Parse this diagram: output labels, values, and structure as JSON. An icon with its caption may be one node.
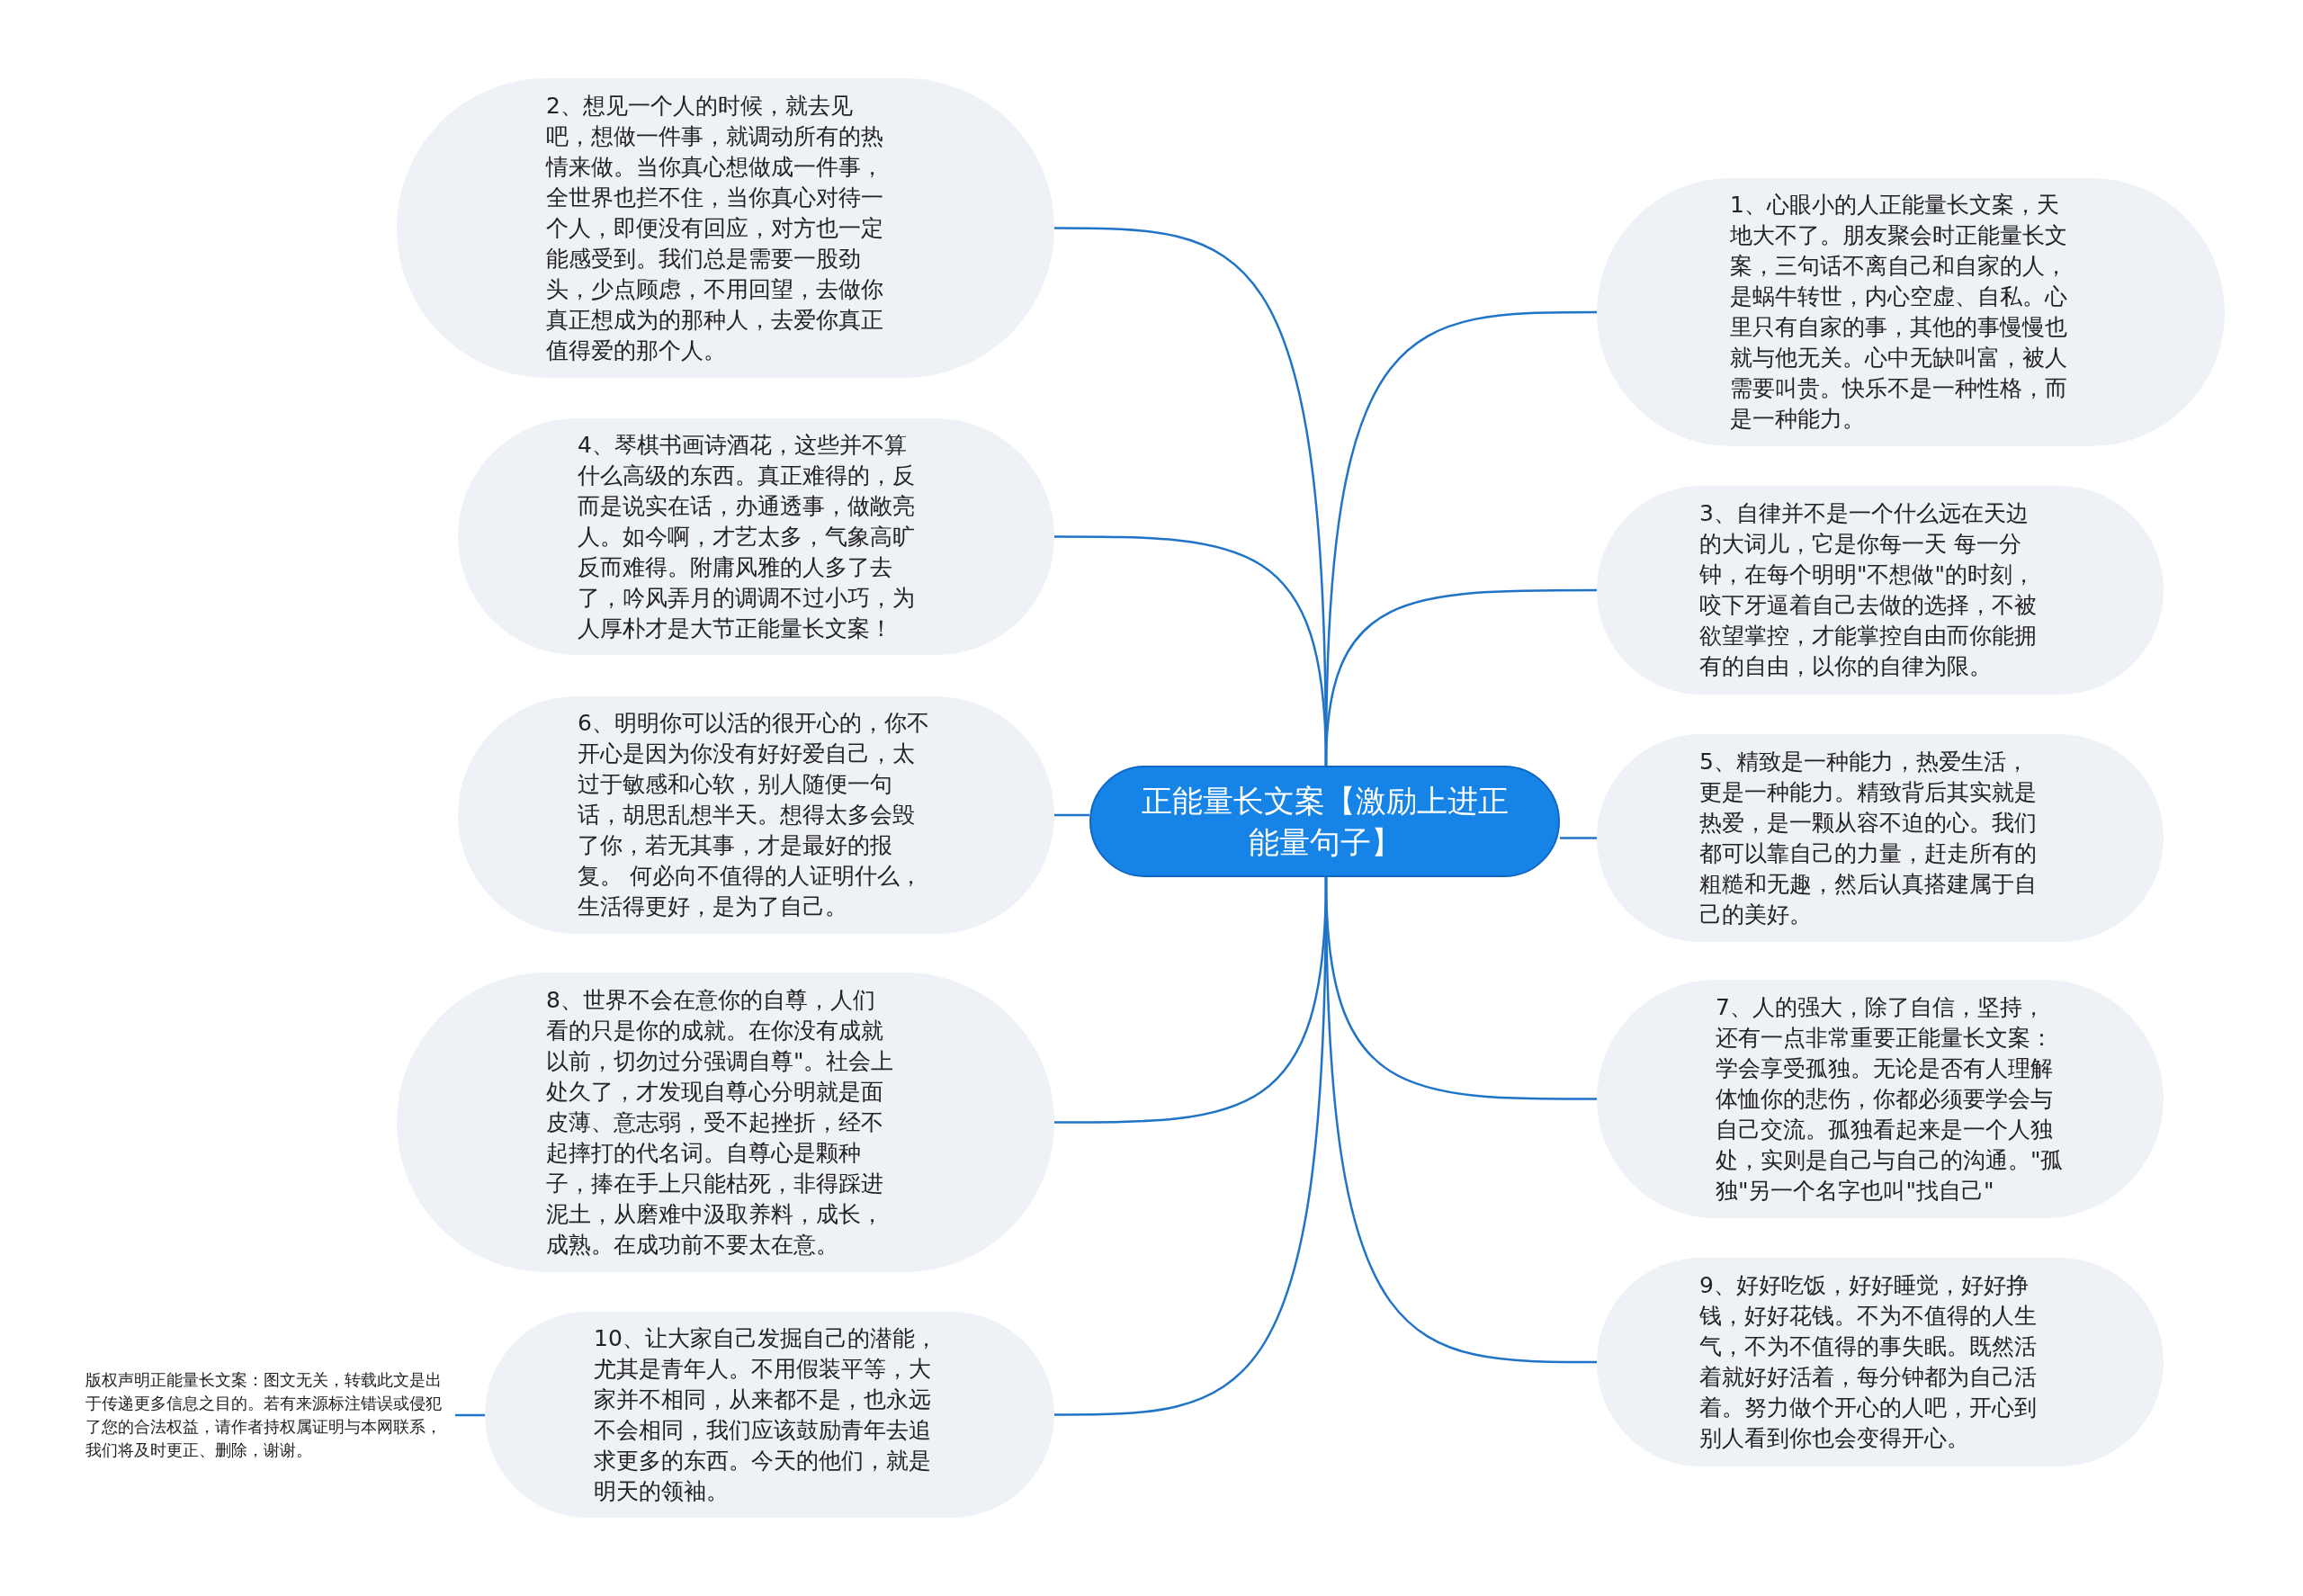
{
  "diagram": {
    "nodes": [
      {
        "text": [
          "正能量长文案【激励上进正能量句子】"
        ]
      },
      {
        "text": [
          "1、心眼小的人正能量长文案，天地大不了。朋友聚会时正能量长文案，三句话不离自己和自家的人，是蜗牛转世，内心空虚、自私。心里只有自家的事，其他的事慢慢也就与他无关。心中无缺叫富，被人需要叫贵。快乐不是一种性格，而是一种能力。"
        ]
      },
      {
        "text": [
          "2、想见一个人的时候，就去见吧，想做一件事，就调动所有的热情来做。当你真心想做成一件事，全世界也拦不住，当你真心对待一个人，即便没有回应，对方也一定能感受到。我们总是需要一股劲头，少点顾虑，不用回望，去做你真正想成为的那种人，去爱你真正值得爱的那个人。"
        ]
      },
      {
        "text": [
          "3、自律并不是一个什么远在天边的大词儿，它是你每一天 每一分钟，在每个明明\"不想做\"的时刻，咬下牙逼着自己去做的选择，不被欲望掌控，才能掌控自由而你能拥有的自由，以你的自律为限。"
        ]
      },
      {
        "text": [
          "4、琴棋书画诗酒花，这些并不算什么高级的东西。真正难得的，反而是说实在话，办通透事，做敞亮人。如今啊，才艺太多，气象高旷反而难得。附庸风雅的人多了去了，吟风弄月的调调不过小巧，为人厚朴才是大节正能量长文案！"
        ]
      },
      {
        "text": [
          "5、精致是一种能力，热爱生活，更是一种能力。精致背后其实就是热爱，是一颗从容不迫的心。我们都可以靠自己的力量，赶走所有的粗糙和无趣，然后认真搭建属于自己的美好。"
        ]
      },
      {
        "text": [
          "6、明明你可以活的很开心的，你不开心是因为你没有好好爱自己，太过于敏感和心软，别人随便一句话，胡思乱想半天。想得太多会毁了你，若无其事，才是最好的报复。 何必向不值得的人证明什么，生活得更好，是为了自己。"
        ]
      },
      {
        "text": [
          "7、人的强大，除了自信，坚持，还有一点非常重要正能量长文案：学会享受孤独。无论是否有人理解体恤你的悲伤，你都必须要学会与自己交流。孤独看起来是一个人独处，实则是自己与自己的沟通。\"孤独\"另一个名字也叫\"找自己\""
        ]
      },
      {
        "text": [
          "8、世界不会在意你的自尊，人们看的只是你的成就。在你没有成就以前，切勿过分强调自尊\"。社会上处久了，才发现自尊心分明就是面皮薄、意志弱，受不起挫折，经不起摔打的代名词。自尊心是颗种子，捧在手上只能枯死，非得踩进泥土，从磨难中汲取养料，成长，成熟。在成功前不要太在意。"
        ]
      },
      {
        "text": [
          "9、好好吃饭，好好睡觉，好好挣钱，好好花钱。不为不值得的人生气，不为不值得的事失眠。既然活着就好好活着，每分钟都为自己活着。努力做个开心的人吧，开心到别人看到你也会变得开心。"
        ]
      },
      {
        "text": [
          "10、让大家自己发掘自己的潜能，尤其是青年人。不用假装平等，大家并不相同，从来都不是，也永远不会相同，我们应该鼓励青年去追求更多的东西。今天的他们，就是明天的领袖。"
        ]
      },
      {
        "text": [
          "版权声明正能量长文案：图文无关，转载此文是出于传递更多信息之目的。若有来源标注错误或侵犯了您的合法权益，请作者持权属证明与本网联系，我们将及时更正、删除，谢谢。"
        ]
      }
    ],
    "edges": [
      {
        "from": 0,
        "to": 1,
        "arrow": "none"
      },
      {
        "from": 0,
        "to": 2,
        "arrow": "none"
      },
      {
        "from": 0,
        "to": 3,
        "arrow": "none"
      },
      {
        "from": 0,
        "to": 4,
        "arrow": "none"
      },
      {
        "from": 0,
        "to": 5,
        "arrow": "none"
      },
      {
        "from": 0,
        "to": 6,
        "arrow": "none"
      },
      {
        "from": 0,
        "to": 7,
        "arrow": "none"
      },
      {
        "from": 0,
        "to": 8,
        "arrow": "none"
      },
      {
        "from": 0,
        "to": 9,
        "arrow": "none"
      },
      {
        "from": 0,
        "to": 10,
        "arrow": "none"
      },
      {
        "from": 10,
        "to": 11,
        "arrow": "none"
      }
    ]
  }
}
